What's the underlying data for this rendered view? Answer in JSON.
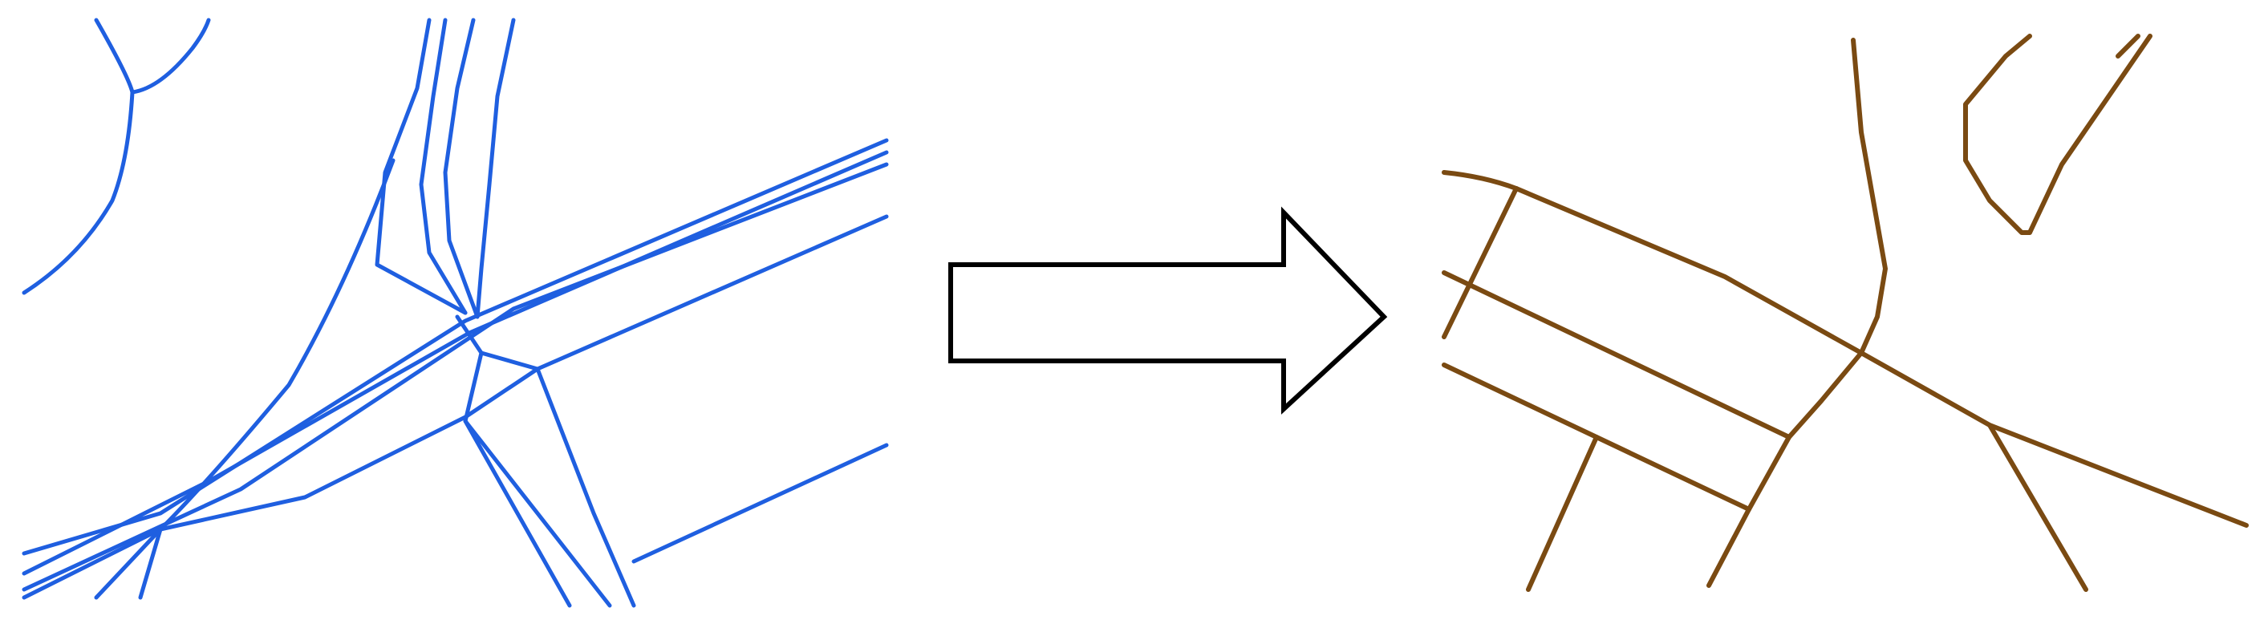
{
  "diagram": {
    "before": {
      "name": "raw-road-lines",
      "stroke_color": "#1f5fe0"
    },
    "arrow": {
      "name": "transform-arrow",
      "stroke_color": "#000000",
      "fill_color": "#ffffff"
    },
    "after": {
      "name": "merged-road-centerlines",
      "stroke_color": "#7a4a12"
    }
  }
}
